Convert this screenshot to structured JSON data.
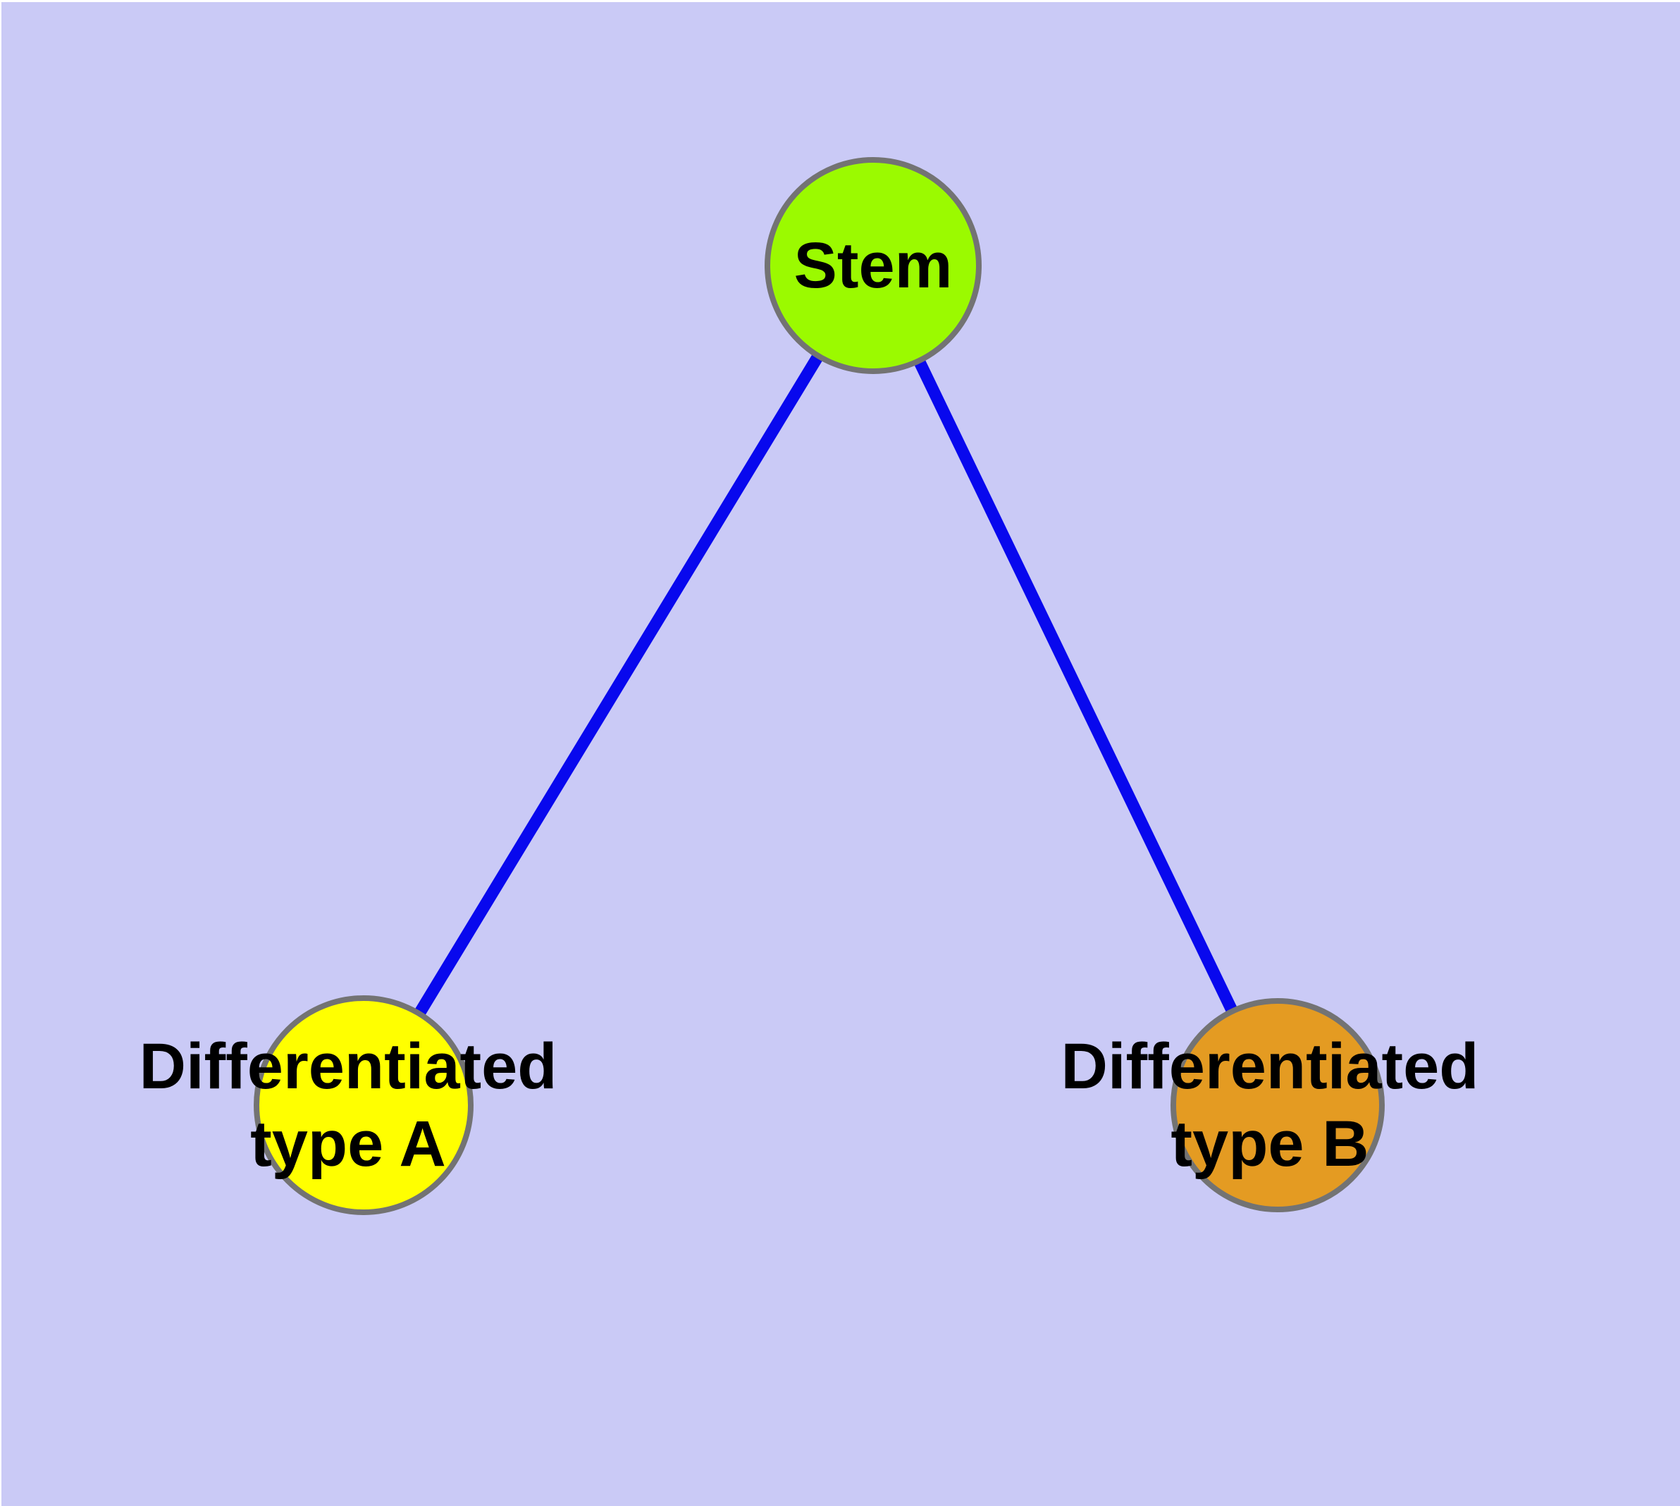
{
  "diagram": {
    "background_color": "#CACAF6",
    "frame_color": "#FFFFFF",
    "edge_color": "#0808EE",
    "node_border_color": "#737373",
    "text_color": "#000000",
    "nodes": [
      {
        "id": "stem",
        "label": "Stem",
        "fill": "#9BFA00"
      },
      {
        "id": "differentiated-type-a",
        "label_line1": "Differentiated",
        "label_line2": "type A",
        "fill": "#FFFF00"
      },
      {
        "id": "differentiated-type-b",
        "label_line1": "Differentiated",
        "label_line2": "type B",
        "fill": "#E49B22"
      }
    ],
    "edges": [
      {
        "from": "Stem",
        "to": "Differentiated type A"
      },
      {
        "from": "Stem",
        "to": "Differentiated type B"
      }
    ]
  }
}
